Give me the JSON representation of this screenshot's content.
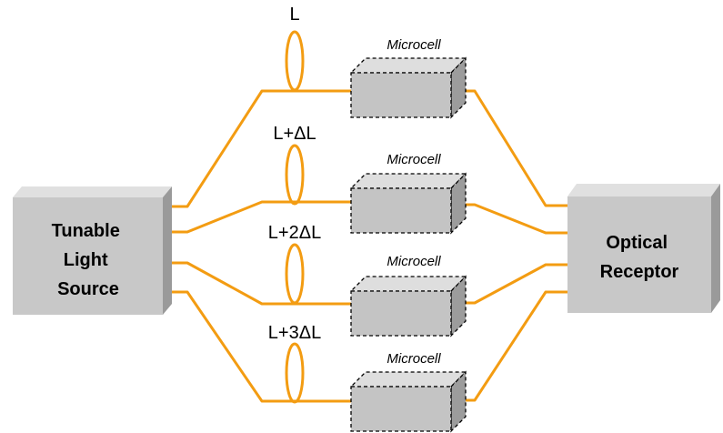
{
  "source": {
    "lines": [
      "Tunable",
      "Light",
      "Source"
    ]
  },
  "receptor": {
    "lines": [
      "Optical",
      "Receptor"
    ]
  },
  "branches": [
    {
      "coil_label": "L",
      "cell_label": "Microcell"
    },
    {
      "coil_label": "L+ΔL",
      "cell_label": "Microcell"
    },
    {
      "coil_label": "L+2ΔL",
      "cell_label": "Microcell"
    },
    {
      "coil_label": "L+3ΔL",
      "cell_label": "Microcell"
    }
  ],
  "colors": {
    "fiber": "#f39c12",
    "box": "#c8c8c8"
  }
}
